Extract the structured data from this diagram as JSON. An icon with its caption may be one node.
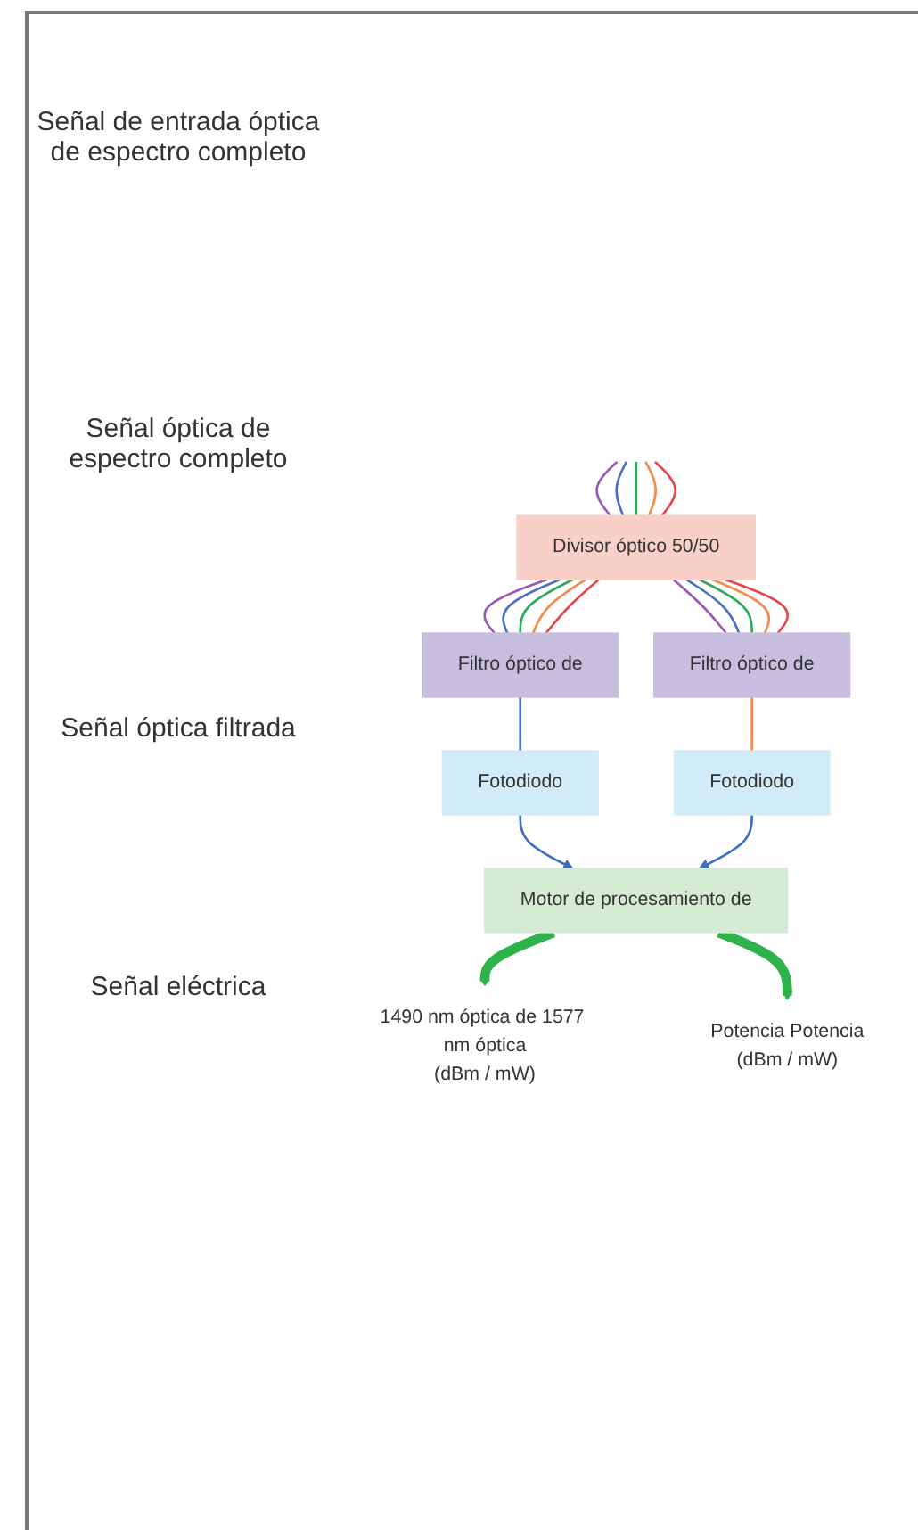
{
  "diagram": {
    "nodes": [
      {
        "text": [
          "Divisor óptico 50/50"
        ]
      },
      {
        "text": [
          "Filtro óptico de"
        ]
      },
      {
        "text": [
          "Filtro óptico de"
        ]
      },
      {
        "text": [
          "Fotodiodo"
        ]
      },
      {
        "text": [
          "Fotodiodo"
        ]
      },
      {
        "text": [
          "Motor de procesamiento de"
        ]
      },
      {
        "text": [
          "1490 nm óptica de 1577 nm óptica",
          "(dBm / mW)"
        ]
      },
      {
        "text": [
          "Potencia Potencia",
          "(dBm / mW)"
        ]
      }
    ],
    "edges": [
      {
        "from": null,
        "to": 0,
        "arrow": "none",
        "color": "#9b59b6"
      },
      {
        "from": null,
        "to": 0,
        "arrow": "none",
        "color": "#4a6fc4"
      },
      {
        "from": null,
        "to": 0,
        "arrow": "none",
        "color": "#2eaa5c"
      },
      {
        "from": null,
        "to": 0,
        "arrow": "none",
        "color": "#f5894a"
      },
      {
        "from": null,
        "to": 0,
        "arrow": "none",
        "color": "#e8434b"
      },
      {
        "from": 0,
        "to": 1,
        "arrow": "none",
        "color": "#9b59b6"
      },
      {
        "from": 0,
        "to": 1,
        "arrow": "none",
        "color": "#4a6fc4"
      },
      {
        "from": 0,
        "to": 1,
        "arrow": "none",
        "color": "#2eaa5c"
      },
      {
        "from": 0,
        "to": 1,
        "arrow": "none",
        "color": "#f5894a"
      },
      {
        "from": 0,
        "to": 1,
        "arrow": "none",
        "color": "#e8434b"
      },
      {
        "from": 0,
        "to": 2,
        "arrow": "none",
        "color": "#9b59b6"
      },
      {
        "from": 0,
        "to": 2,
        "arrow": "none",
        "color": "#4a6fc4"
      },
      {
        "from": 0,
        "to": 2,
        "arrow": "none",
        "color": "#2eaa5c"
      },
      {
        "from": 0,
        "to": 2,
        "arrow": "none",
        "color": "#f5894a"
      },
      {
        "from": 0,
        "to": 2,
        "arrow": "none",
        "color": "#e8434b"
      },
      {
        "from": 1,
        "to": 3,
        "arrow": "none",
        "color": "#4a6fc4"
      },
      {
        "from": 2,
        "to": 4,
        "arrow": "none",
        "color": "#f5894a"
      },
      {
        "from": 3,
        "to": 5,
        "arrow": "to",
        "color": "#3a6fc0"
      },
      {
        "from": 4,
        "to": 5,
        "arrow": "to",
        "color": "#3a6fc0"
      },
      {
        "from": 5,
        "to": 6,
        "arrow": "to",
        "style": "thick",
        "color": "#2db34a"
      },
      {
        "from": 5,
        "to": 7,
        "arrow": "to",
        "style": "thick",
        "color": "#2db34a"
      }
    ],
    "labels": [
      "Señal de entrada óptica de espectro completo",
      "Señal óptica de espectro completo",
      "Señal óptica filtrada",
      "Señal eléctrica"
    ]
  }
}
